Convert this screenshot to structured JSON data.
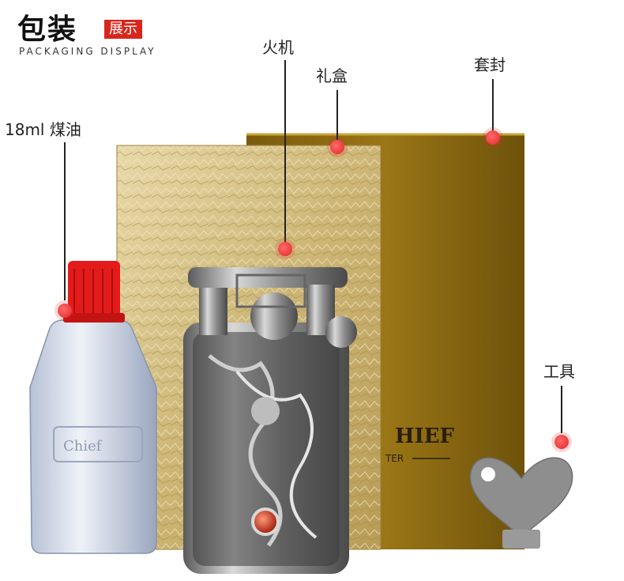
{
  "header": {
    "title": "包装",
    "badge": "展示",
    "subtitle": "PACKAGING DISPLAY"
  },
  "callouts": {
    "lighter": "火机",
    "gift_box": "礼盒",
    "sleeve": "套封",
    "oil": "18ml 煤油",
    "tool": "工具"
  },
  "product_text": {
    "bottle_logo": "Chief",
    "box_logo": "HIEF",
    "box_sub": "TER"
  },
  "colors": {
    "accent": "#d9261c",
    "gold_box": "#d8c38a",
    "sleeve": "#8a6a12",
    "metal": "#a8a8a8"
  }
}
